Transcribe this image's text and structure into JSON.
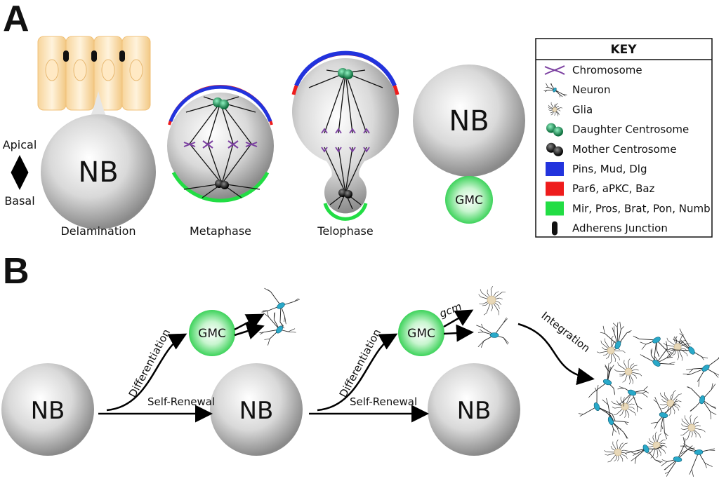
{
  "panels": {
    "a": "A",
    "b": "B"
  },
  "cell_labels": {
    "nb": "NB",
    "gmc": "GMC"
  },
  "directions": {
    "apical": "Apical",
    "basal": "Basal"
  },
  "stages": [
    "Delamination",
    "Metaphase",
    "Telophase"
  ],
  "key": {
    "title": "KEY",
    "items": [
      {
        "label": "Chromosome",
        "icon": "chromosome-icon",
        "color": "#7b3fa0"
      },
      {
        "label": "Neuron",
        "icon": "neuron-icon",
        "color": "#29a9c9"
      },
      {
        "label": "Glia",
        "icon": "glia-icon",
        "color": "#e8d8b8"
      },
      {
        "label": "Daughter Centrosome",
        "icon": "daughter-centrosome-icon",
        "color": "#1a8a5a"
      },
      {
        "label": "Mother Centrosome",
        "icon": "mother-centrosome-icon",
        "color": "#111111"
      },
      {
        "label": "Pins, Mud, Dlg",
        "icon": "blue-swatch",
        "color": "#2233dd"
      },
      {
        "label": "Par6, aPKC, Baz",
        "icon": "red-swatch",
        "color": "#ee1c1c"
      },
      {
        "label": "Mir, Pros, Brat, Pon, Numb",
        "icon": "green-swatch",
        "color": "#22dd44"
      },
      {
        "label": "Adherens Junction",
        "icon": "adherens-junction-icon",
        "color": "#111111"
      }
    ]
  },
  "lineage_labels": {
    "differentiation": "Differentiation",
    "self_renewal": "Self-Renewal",
    "gcm": "gcm",
    "integration": "Integration"
  }
}
